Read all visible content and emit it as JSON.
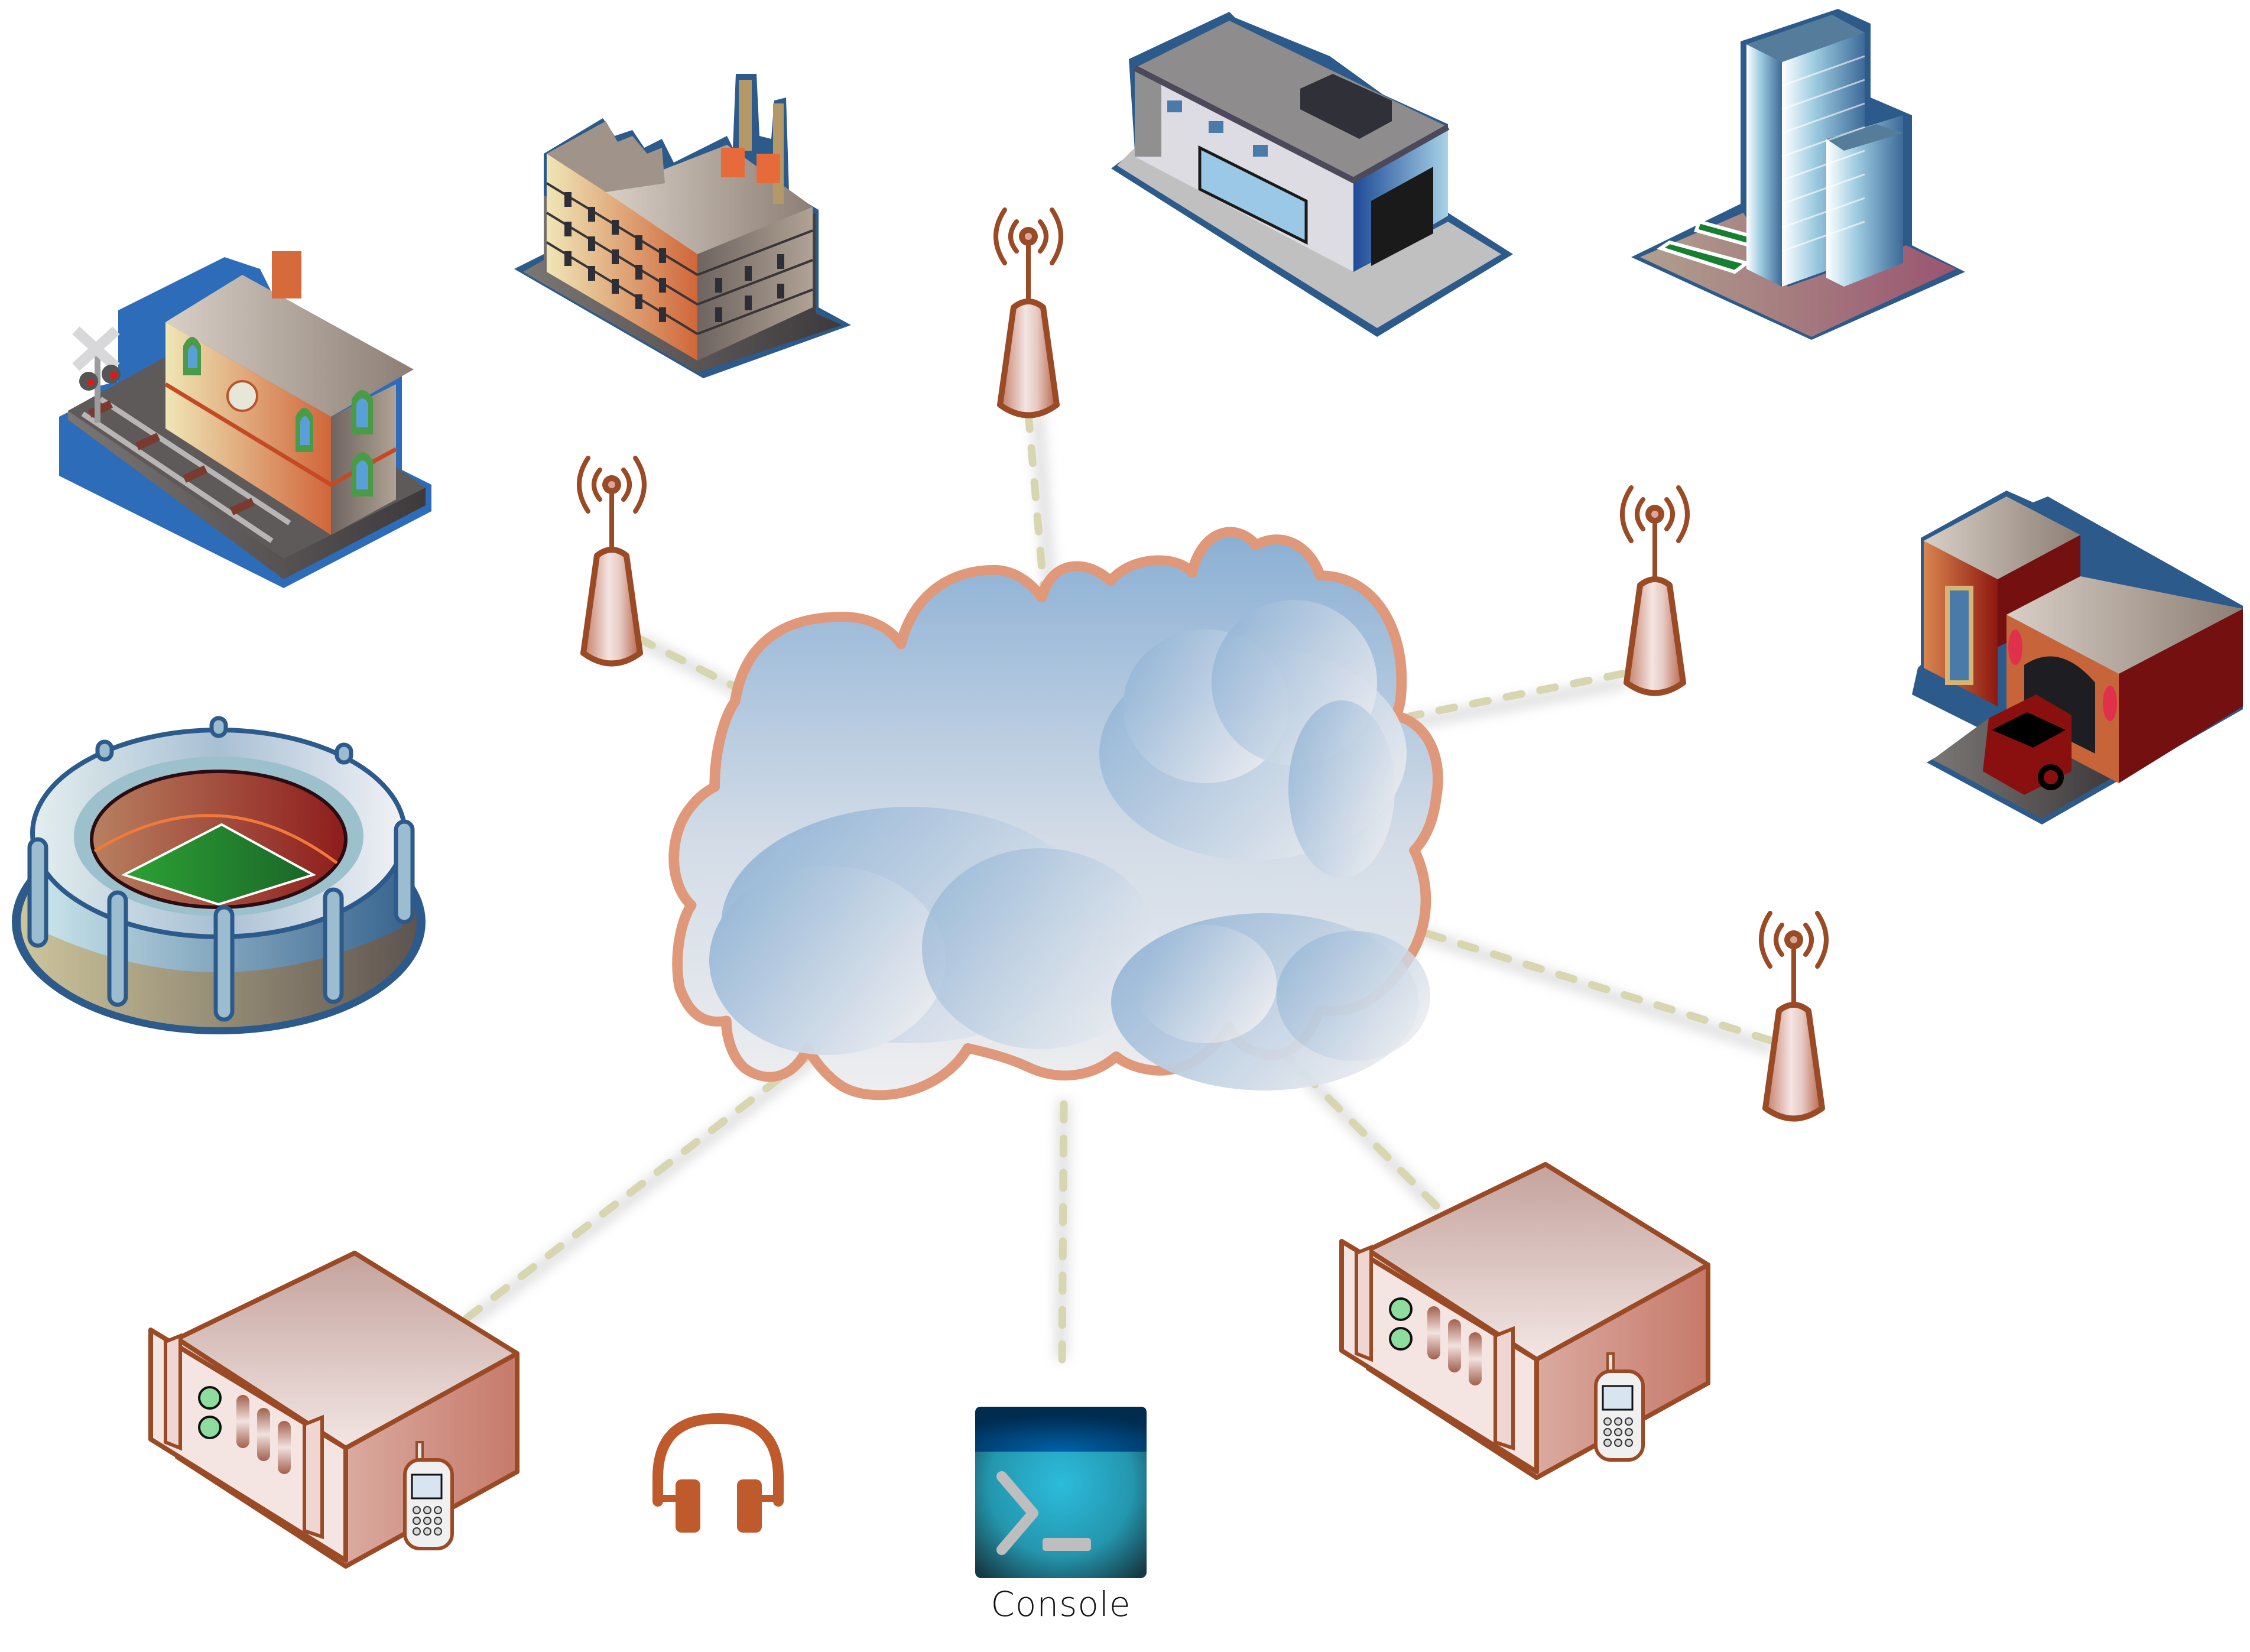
{
  "diagram": {
    "type": "network-topology",
    "hub": {
      "name": "cloud",
      "icon": "cloud-icon"
    },
    "colors": {
      "cloud_outline": "#E0987A",
      "cloud_fill_top": "#8AAFD4",
      "cloud_fill_bottom": "#EDEEF0",
      "link_dash": "#D8D6B0",
      "antenna": "#9A4A25",
      "antenna_body_light": "#F2E2E0",
      "server_outline": "#9A4A25",
      "server_fill": "#E9CEC8",
      "headset": "#BF5A2D",
      "building_outline": "#2C5A8A",
      "console_top": "#00457E",
      "console_body": "#2BB8D6"
    },
    "nodes": [
      {
        "id": "train-station",
        "icon": "train-station-icon",
        "label": ""
      },
      {
        "id": "factory",
        "icon": "factory-icon",
        "label": ""
      },
      {
        "id": "garage",
        "icon": "garage-building-icon",
        "label": ""
      },
      {
        "id": "skyscraper",
        "icon": "office-tower-icon",
        "label": ""
      },
      {
        "id": "fire-station",
        "icon": "fire-station-icon",
        "label": ""
      },
      {
        "id": "stadium",
        "icon": "stadium-icon",
        "label": ""
      },
      {
        "id": "antenna-top",
        "icon": "radio-tower-icon",
        "label": ""
      },
      {
        "id": "antenna-left",
        "icon": "radio-tower-icon",
        "label": ""
      },
      {
        "id": "antenna-right",
        "icon": "radio-tower-icon",
        "label": ""
      },
      {
        "id": "antenna-lower-right",
        "icon": "radio-tower-icon",
        "label": ""
      },
      {
        "id": "server-left",
        "icon": "radio-server-icon",
        "label": ""
      },
      {
        "id": "server-right",
        "icon": "radio-server-icon",
        "label": ""
      },
      {
        "id": "headset",
        "icon": "headphones-icon",
        "label": ""
      },
      {
        "id": "console",
        "icon": "terminal-icon",
        "label": "Console"
      }
    ],
    "links": [
      {
        "from": "cloud",
        "to": "antenna-top",
        "style": "dashed"
      },
      {
        "from": "cloud",
        "to": "antenna-left",
        "style": "dashed"
      },
      {
        "from": "cloud",
        "to": "antenna-right",
        "style": "dashed"
      },
      {
        "from": "cloud",
        "to": "antenna-lower-right",
        "style": "dashed"
      },
      {
        "from": "cloud",
        "to": "server-left",
        "style": "dashed"
      },
      {
        "from": "cloud",
        "to": "server-right",
        "style": "dashed"
      },
      {
        "from": "cloud",
        "to": "console",
        "style": "dashed"
      }
    ]
  },
  "console": {
    "label": "Console"
  }
}
